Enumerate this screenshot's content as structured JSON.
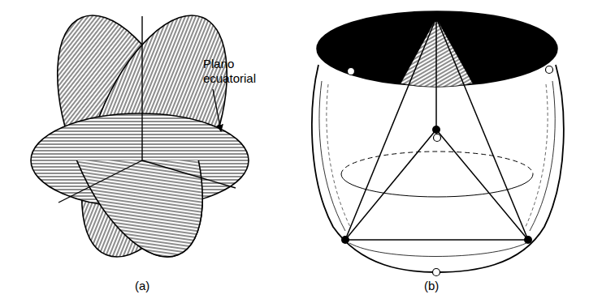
{
  "diagram": {
    "labels": [
      "Plano ecuatorial",
      "(a)",
      "(b)"
    ]
  }
}
